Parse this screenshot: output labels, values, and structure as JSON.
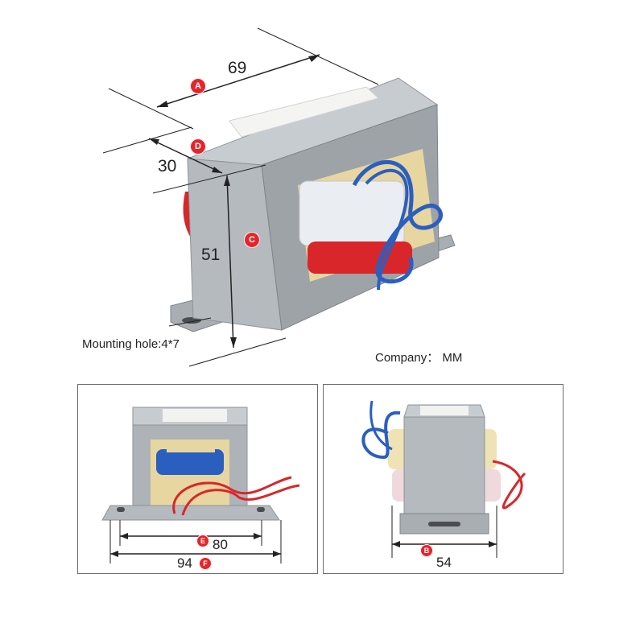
{
  "main_view": {
    "dim_length": "69",
    "dim_depth": "30",
    "dim_height": "51",
    "badge_a": "A",
    "badge_d": "D",
    "badge_c": "C",
    "mounting_hole": "Mounting hole:4*7",
    "company": "Company： MM"
  },
  "front_view": {
    "dim_hole_spacing": "80",
    "dim_base_width": "94",
    "badge_e": "E",
    "badge_f": "F"
  },
  "side_view": {
    "dim_base_depth": "54",
    "badge_b": "B"
  },
  "colors": {
    "badge": "#e3262b",
    "steel": "#b3b8bd",
    "coil_red": "#d9262a",
    "coil_blue": "#2a5fc0",
    "bobbin": "#e8d6a0"
  }
}
